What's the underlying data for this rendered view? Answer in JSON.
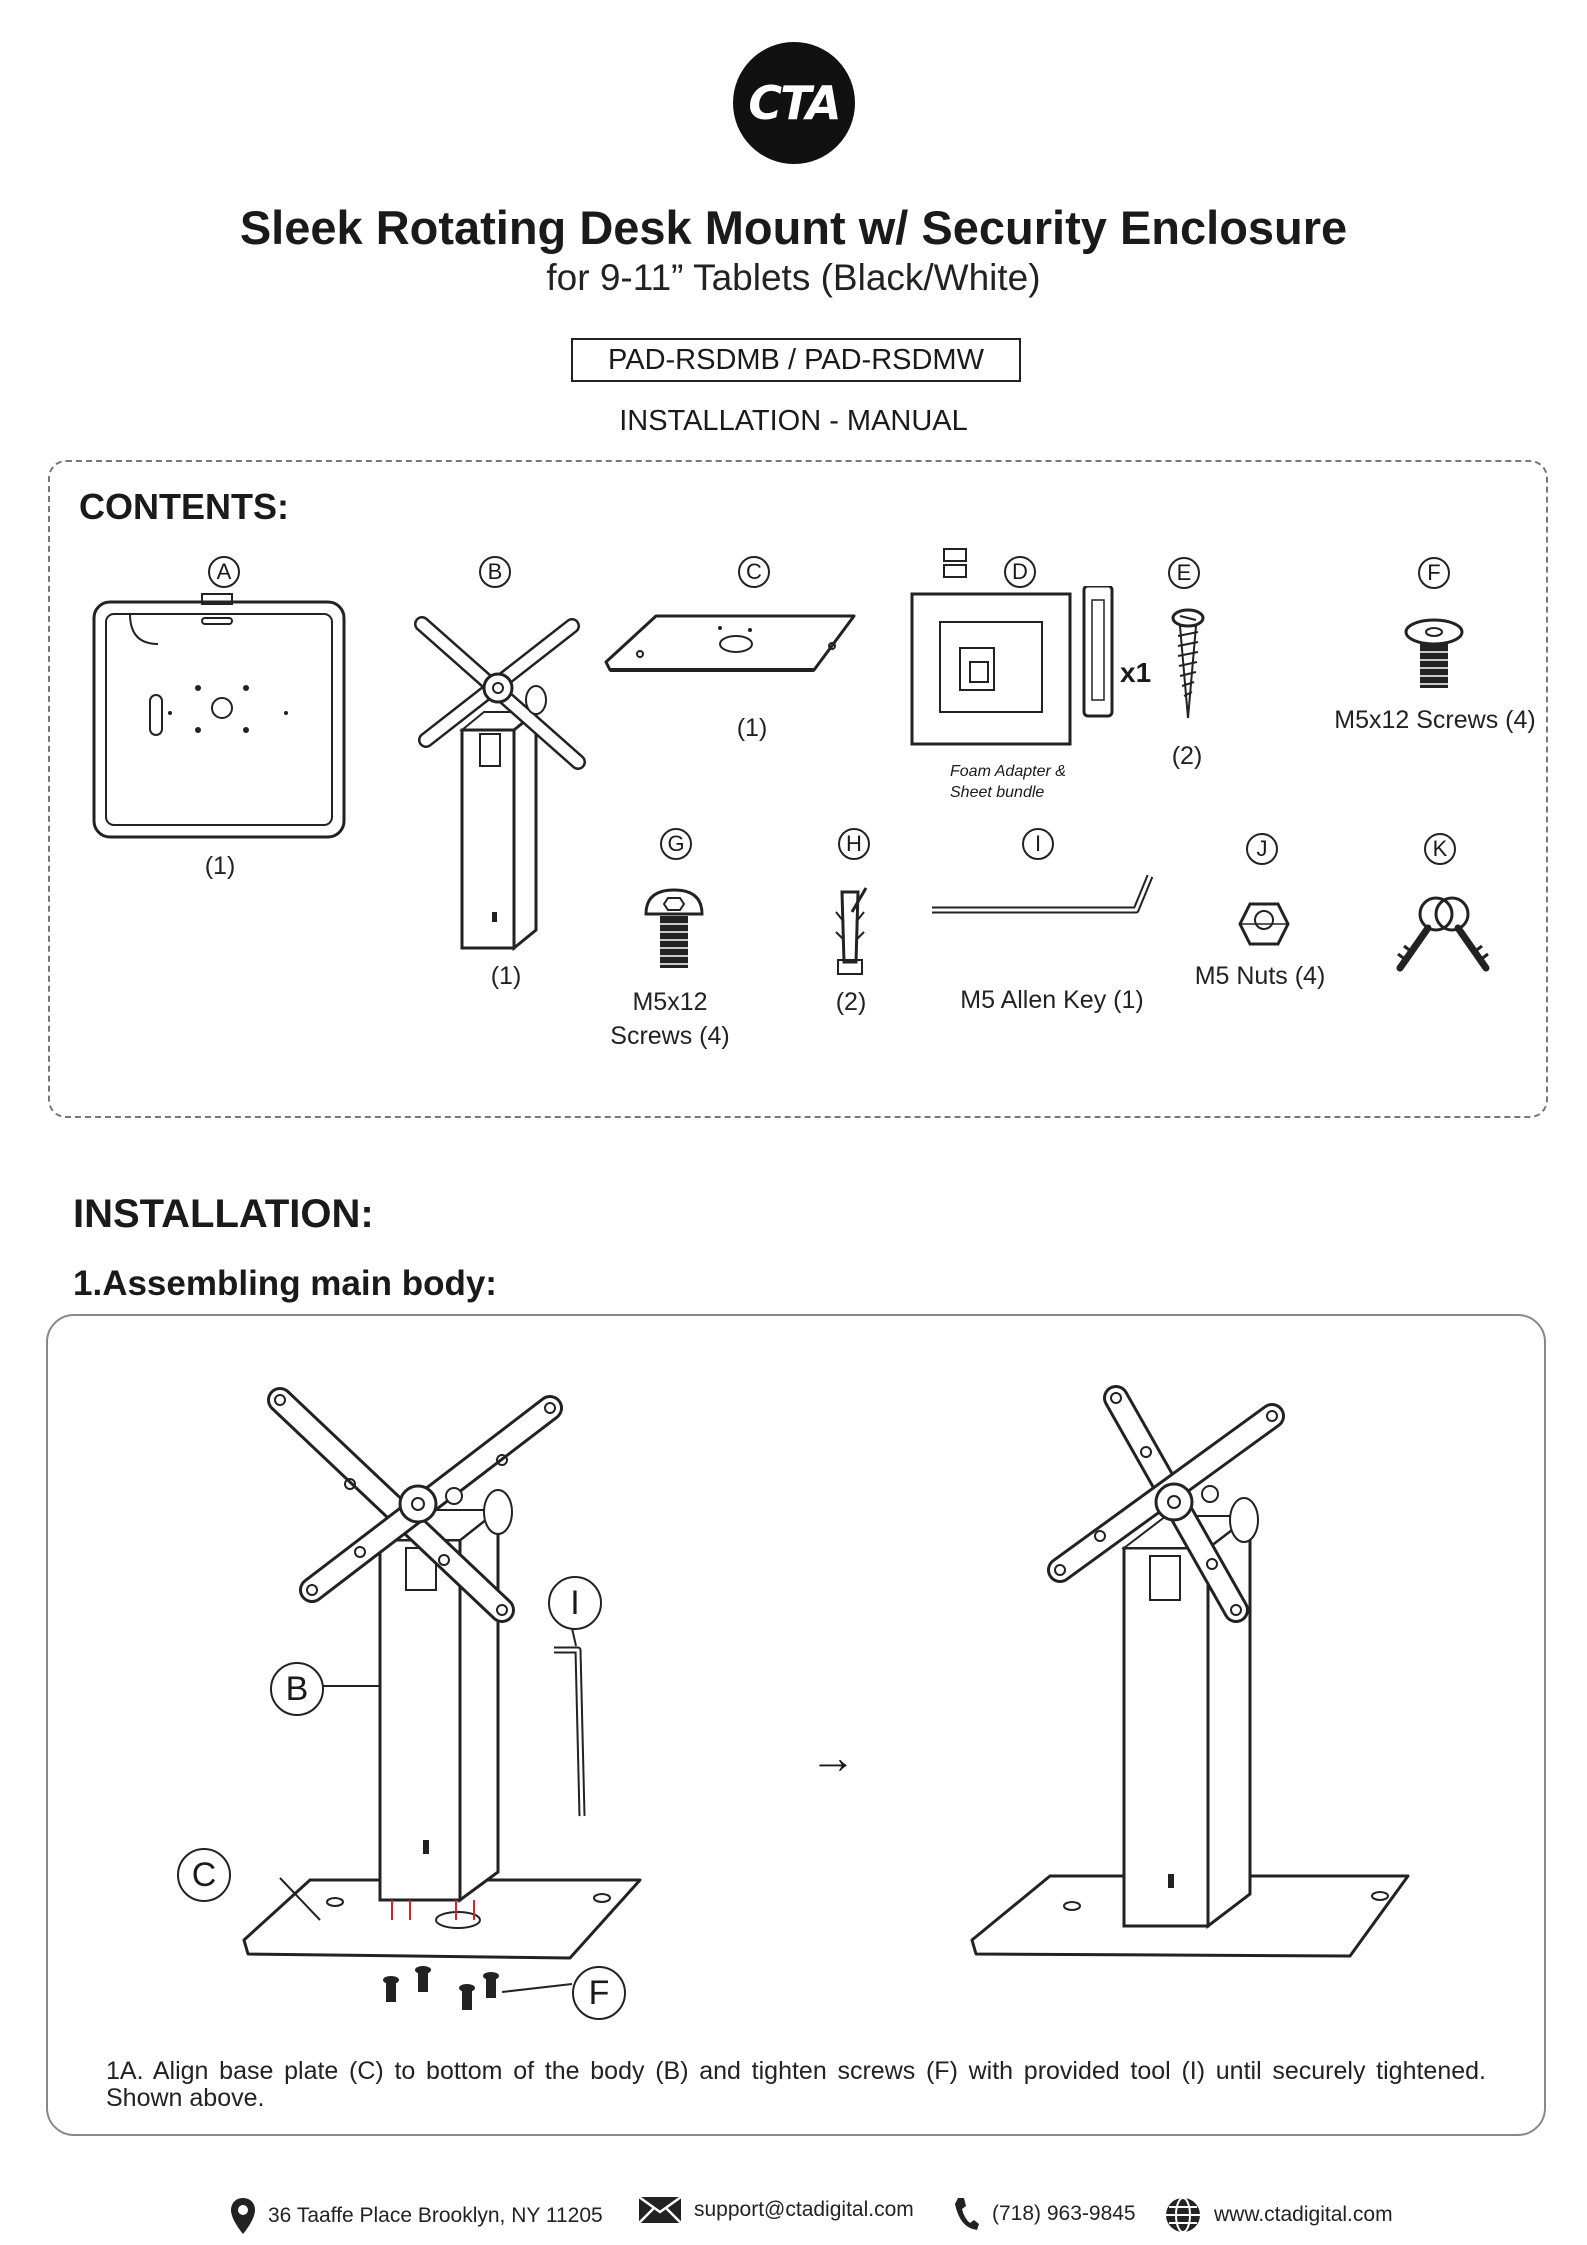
{
  "header": {
    "logo_text": "CTA",
    "title": "Sleek Rotating Desk Mount w/ Security Enclosure",
    "subtitle": "for 9-11” Tablets (Black/White)",
    "model": "PAD-RSDMB / PAD-RSDMW",
    "manual": "INSTALLATION - MANUAL"
  },
  "contents": {
    "heading": "CONTENTS:",
    "items": {
      "A": {
        "letter": "A",
        "caption": "(1)"
      },
      "B": {
        "letter": "B",
        "caption": "(1)"
      },
      "C": {
        "letter": "C",
        "caption": "(1)"
      },
      "D": {
        "letter": "D",
        "note_line1": "Foam Adapter &",
        "note_line2": "Sheet bundle",
        "qty": "x1"
      },
      "E": {
        "letter": "E",
        "caption": "(2)"
      },
      "F": {
        "letter": "F",
        "caption": "M5x12 Screws (4)"
      },
      "G": {
        "letter": "G",
        "caption_line1": "M5x12",
        "caption_line2": "Screws (4)"
      },
      "H": {
        "letter": "H",
        "caption": "(2)"
      },
      "I": {
        "letter": "I",
        "caption": "M5 Allen Key (1)"
      },
      "J": {
        "letter": "J",
        "caption": "M5 Nuts (4)"
      },
      "K": {
        "letter": "K"
      }
    }
  },
  "installation": {
    "heading": "INSTALLATION:",
    "step1": {
      "heading": "1.Assembling main body:",
      "label_B": "B",
      "label_C": "C",
      "label_I": "I",
      "label_F": "F",
      "arrow": "→",
      "text": "1A. Align base plate (C) to bottom of the body (B) and tighten screws (F) with provided tool (I) until securely tightened. Shown above."
    }
  },
  "footer": {
    "address": "36 Taaffe Place Brooklyn, NY 11205",
    "email": "support@ctadigital.com",
    "phone": "(718) 963-9845",
    "website": "www.ctadigital.com"
  }
}
